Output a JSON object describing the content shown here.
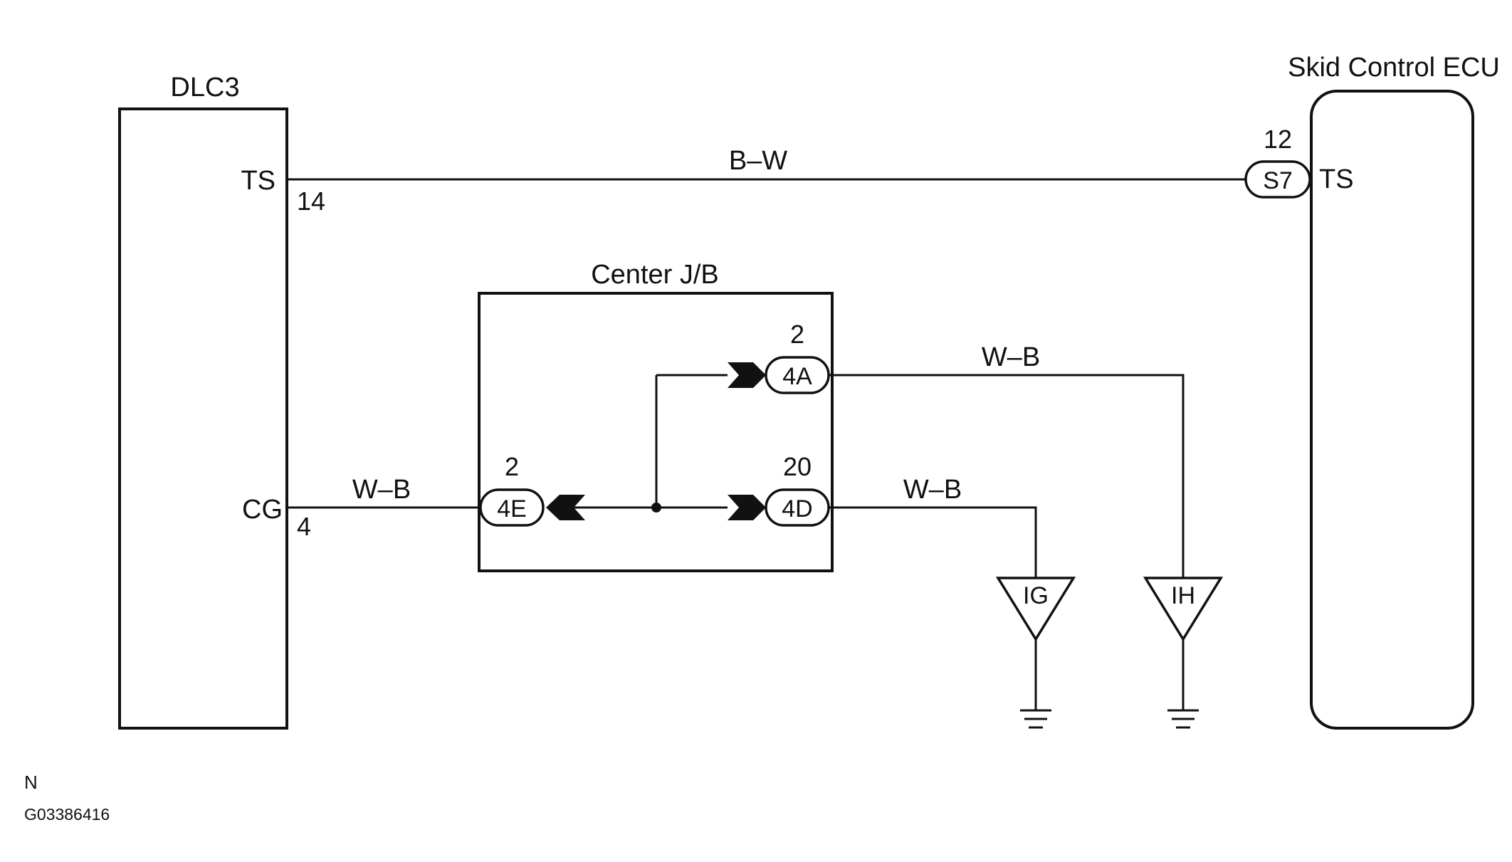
{
  "components": {
    "dlc3": {
      "name": "DLC3",
      "pin_ts": "TS",
      "pin_ts_no": "14",
      "pin_cg": "CG",
      "pin_cg_no": "4"
    },
    "ecu": {
      "name": "Skid Control ECU",
      "pin_ts": "TS",
      "connector": "S7",
      "connector_pin": "12"
    },
    "center_jb": {
      "name": "Center J/B",
      "connectors": [
        {
          "id": "4A",
          "pin": "2"
        },
        {
          "id": "4D",
          "pin": "20"
        },
        {
          "id": "4E",
          "pin": "2"
        }
      ]
    },
    "grounds": [
      "IG",
      "IH"
    ]
  },
  "wires": {
    "ts_line": "B–W",
    "cg_line": "W–B",
    "to_ih": "W–B",
    "to_ig": "W–B"
  },
  "footer": {
    "line1": "N",
    "line2": "G03386416"
  },
  "colors": {
    "ink": "#111111",
    "background": "#ffffff"
  }
}
